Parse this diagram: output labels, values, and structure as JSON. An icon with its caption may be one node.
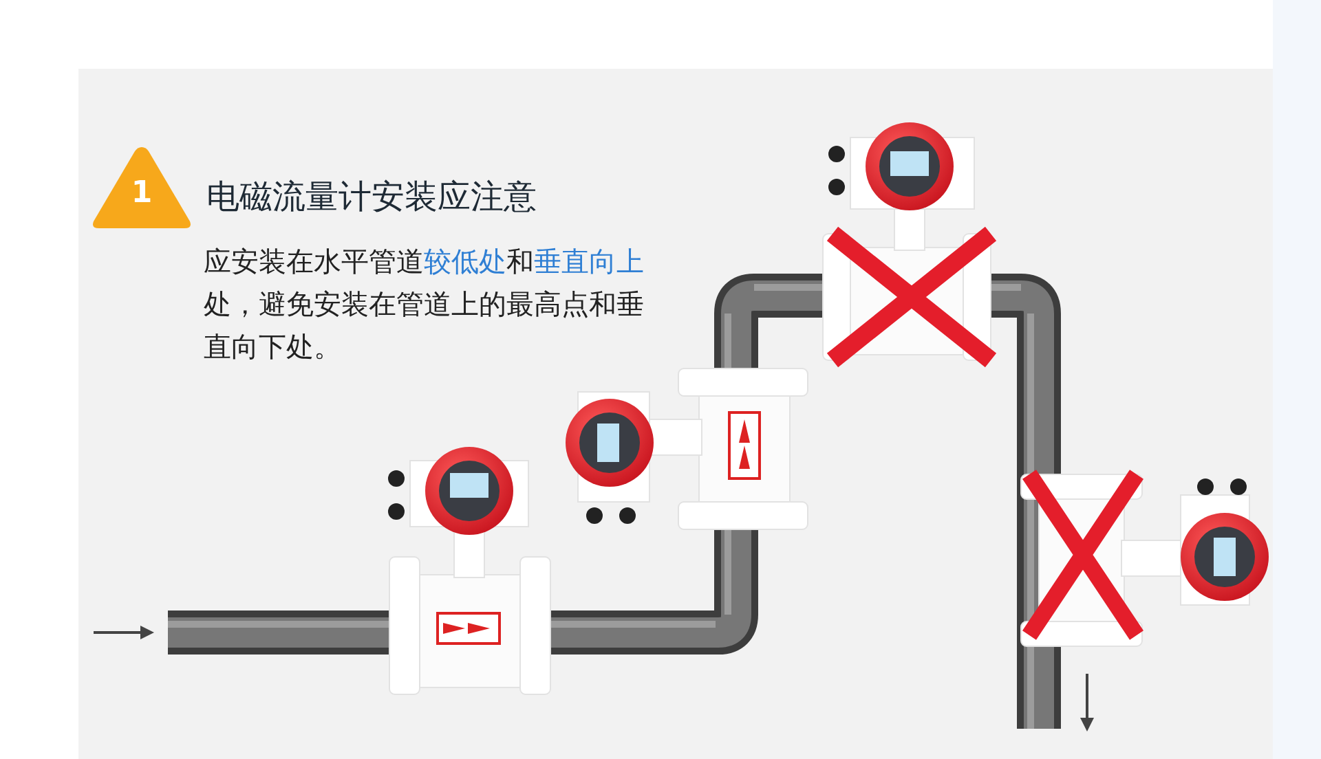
{
  "diagram": {
    "title": "电磁流量计安装应注意",
    "nodes": [
      {
        "text": [
          "1"
        ]
      }
    ],
    "labels": [
      "应安装在水平管道**较低处**和**垂直向上**处，避免安装在管道上的最高点和垂直向下处。"
    ]
  }
}
